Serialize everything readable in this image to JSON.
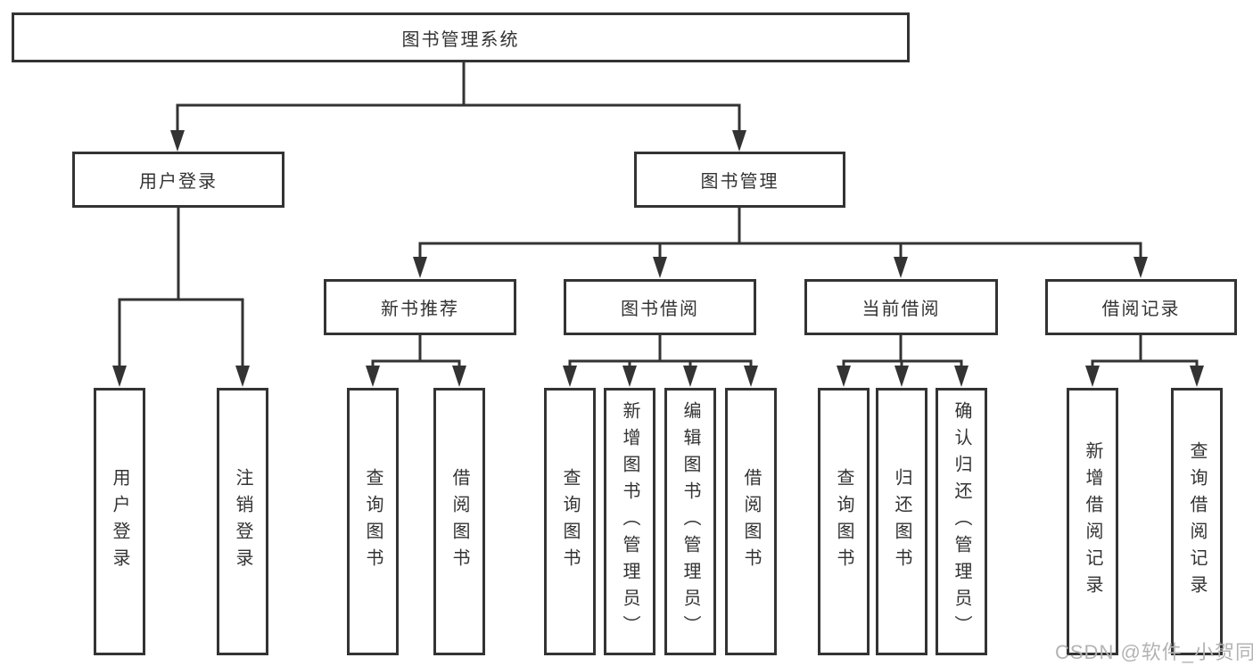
{
  "diagram_type": "hierarchy-tree",
  "colors": {
    "line": "#333333",
    "node_border": "#333333",
    "node_background": "#ffffff",
    "text": "#333333",
    "watermark_text": "#b3b3b3"
  },
  "tree": {
    "label": "图书管理系统",
    "children": [
      {
        "label": "用户登录",
        "children": [
          {
            "label": "用户登录"
          },
          {
            "label": "注销登录"
          }
        ]
      },
      {
        "label": "图书管理",
        "children": [
          {
            "label": "新书推荐",
            "children": [
              {
                "label": "查询图书"
              },
              {
                "label": "借阅图书"
              }
            ]
          },
          {
            "label": "图书借阅",
            "children": [
              {
                "label": "查询图书"
              },
              {
                "label": "新增图书（管理员）"
              },
              {
                "label": "编辑图书（管理员）"
              },
              {
                "label": "借阅图书"
              }
            ]
          },
          {
            "label": "当前借阅",
            "children": [
              {
                "label": "查询图书"
              },
              {
                "label": "归还图书"
              },
              {
                "label": "确认归还（管理员）"
              }
            ]
          },
          {
            "label": "借阅记录",
            "children": [
              {
                "label": "新增借阅记录"
              },
              {
                "label": "查询借阅记录"
              }
            ]
          }
        ]
      }
    ]
  },
  "watermark": {
    "text": "CSDN @软件_小贺同学"
  }
}
